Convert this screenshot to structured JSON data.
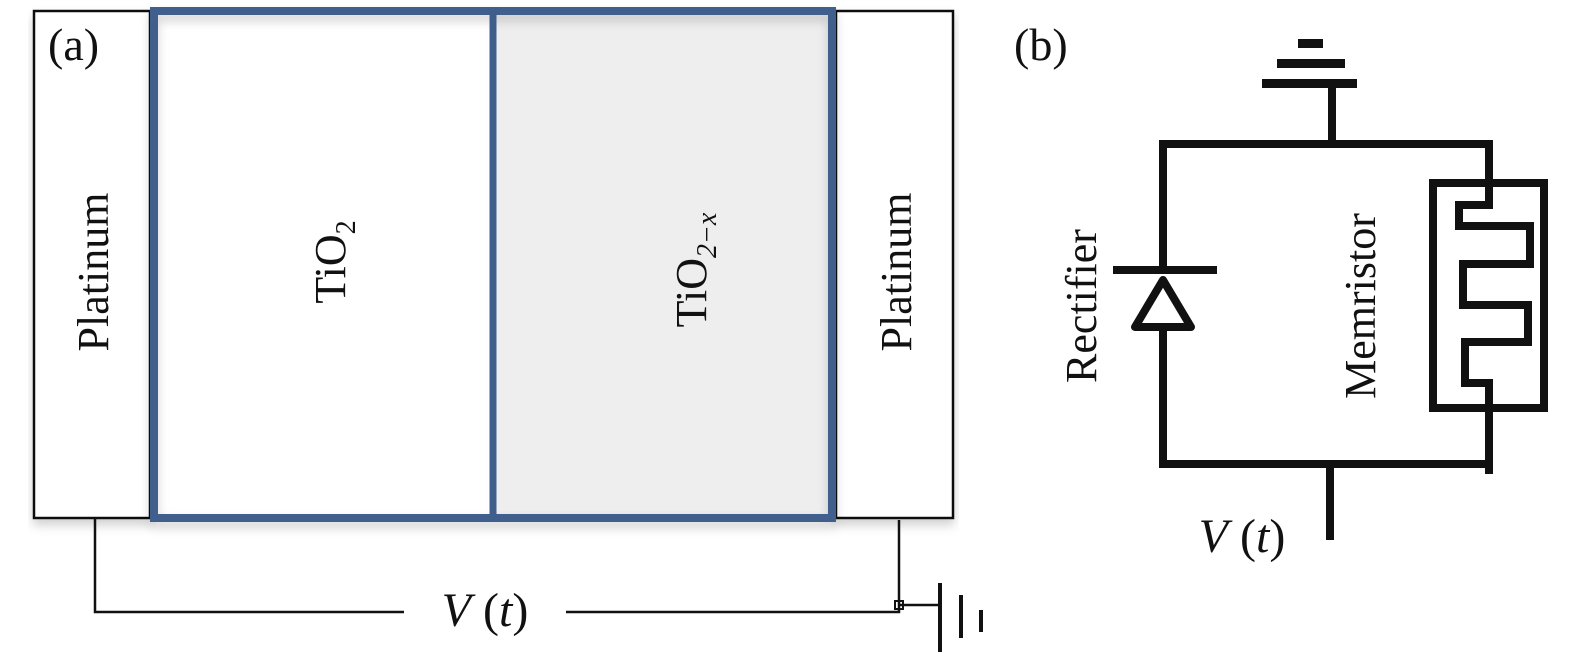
{
  "panel_a": {
    "label": "(a)",
    "layers": [
      {
        "name": "Platinum",
        "fill": "#ffffff",
        "border": "#111111"
      },
      {
        "name": "TiO",
        "subscript": "2",
        "fill": "#ffffff",
        "border": "#3f5e8c"
      },
      {
        "name": "TiO",
        "subscript": "2−x",
        "fill": "#eeeeee",
        "border": "#3f5e8c"
      },
      {
        "name": "Platinum",
        "fill": "#ffffff",
        "border": "#111111"
      }
    ],
    "source_label": {
      "main": "V",
      "arg": "t"
    },
    "ground_symbol": "ground-icon"
  },
  "panel_b": {
    "label": "(b)",
    "ground_symbol": "ground-icon",
    "branches": [
      {
        "label": "Rectifier",
        "component": "diode-icon"
      },
      {
        "label": "Memristor",
        "component": "memristor-icon"
      }
    ],
    "source_label": {
      "main": "V",
      "arg": "t"
    }
  },
  "colors": {
    "oxide_border": "#3f5e8c",
    "wire": "#111111",
    "doped_fill": "#eeeeee"
  }
}
